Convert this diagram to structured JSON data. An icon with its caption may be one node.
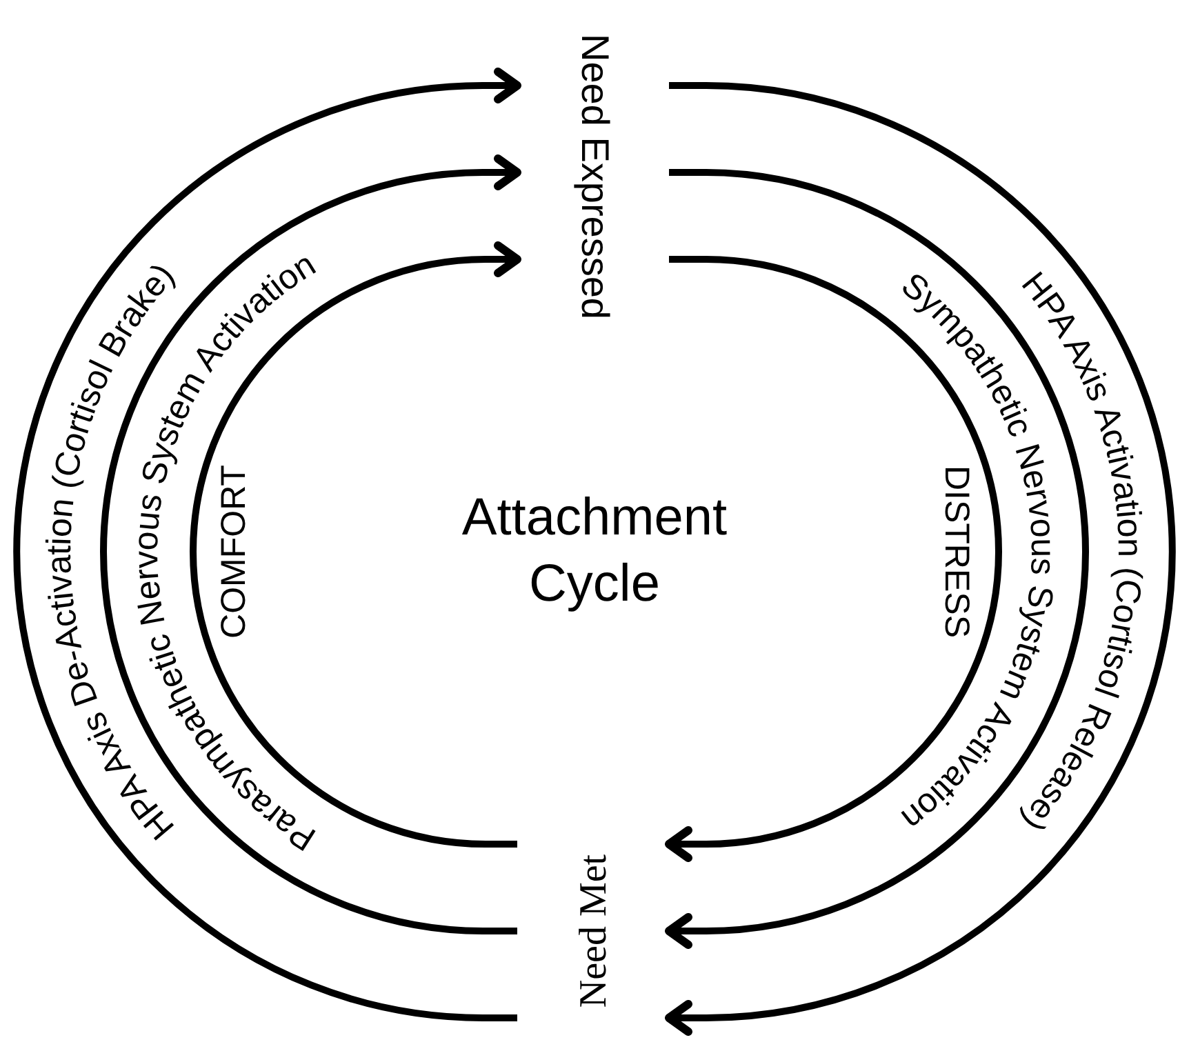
{
  "diagram": {
    "title": "Attachment Cycle",
    "nodes": [
      {
        "text": [
          "Need Expressed"
        ]
      },
      {
        "text": [
          "Need Met"
        ]
      }
    ],
    "edges": [
      {
        "from": 0,
        "to": 1,
        "arrow": "to",
        "label": "DISTRESS"
      },
      {
        "from": 0,
        "to": 1,
        "arrow": "to",
        "label": "Sympathetic Nervous System Activation"
      },
      {
        "from": 0,
        "to": 1,
        "arrow": "to",
        "label": "HPA Axis Activation (Cortisol Release)"
      },
      {
        "from": 1,
        "to": 0,
        "arrow": "to",
        "label": "COMFORT"
      },
      {
        "from": 1,
        "to": 0,
        "arrow": "to",
        "label": "Parasympathetic Nervous System Activation"
      },
      {
        "from": 1,
        "to": 0,
        "arrow": "to",
        "label": "HPA Axis De-Activation (Cortisol Brake)"
      }
    ]
  }
}
